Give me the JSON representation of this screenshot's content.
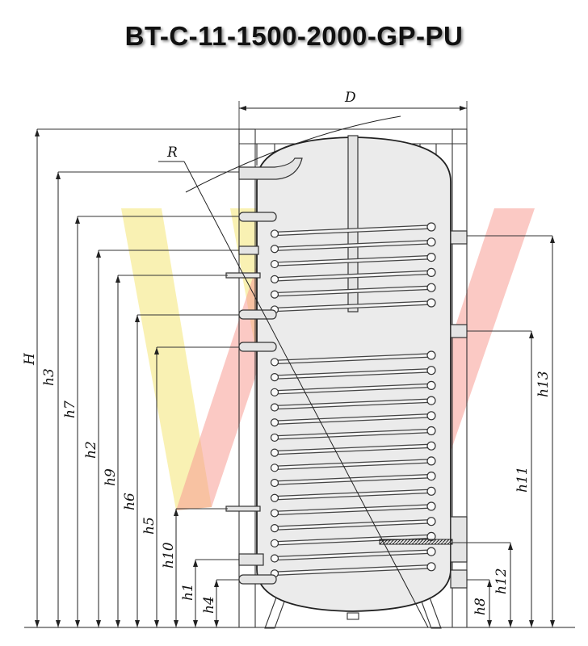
{
  "title": "BT-C-11-1500-2000-GP-PU",
  "labels": {
    "D": "D",
    "R": "R",
    "H": "H",
    "h1": "h1",
    "h2": "h2",
    "h3": "h3",
    "h4": "h4",
    "h5": "h5",
    "h6": "h6",
    "h7": "h7",
    "h8": "h8",
    "h9": "h9",
    "h10": "h10",
    "h11": "h11",
    "h12": "h12",
    "h13": "h13"
  },
  "colors": {
    "watermark_yellow": "#f5e46a",
    "watermark_red": "#ee3a2a",
    "line": "#222222",
    "tank_fill": "#ebebeb"
  }
}
